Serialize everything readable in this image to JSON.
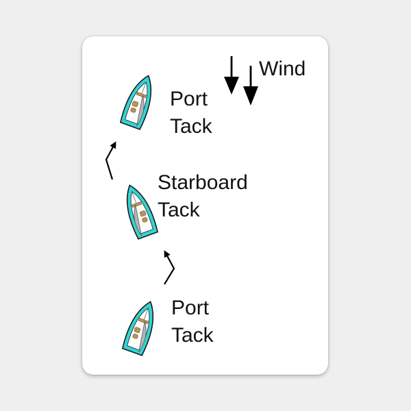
{
  "colors": {
    "background": "#efefef",
    "sticker": "#ffffff",
    "hull": "#34d4d4",
    "hull_outline": "#1a1a1a",
    "deck": "#ffffff",
    "sail": "#b5b5b5",
    "crew": "#b8935a",
    "arrow": "#000000"
  },
  "wind": {
    "label": "Wind",
    "icon": "arrow-down-icon"
  },
  "boats": [
    {
      "line1": "Port",
      "line2": "Tack"
    },
    {
      "line1": "Starboard",
      "line2": "Tack"
    },
    {
      "line1": "Port",
      "line2": "Tack"
    }
  ],
  "course_arrows": [
    {
      "icon": "course-arrow-icon"
    },
    {
      "icon": "course-arrow-icon"
    }
  ]
}
